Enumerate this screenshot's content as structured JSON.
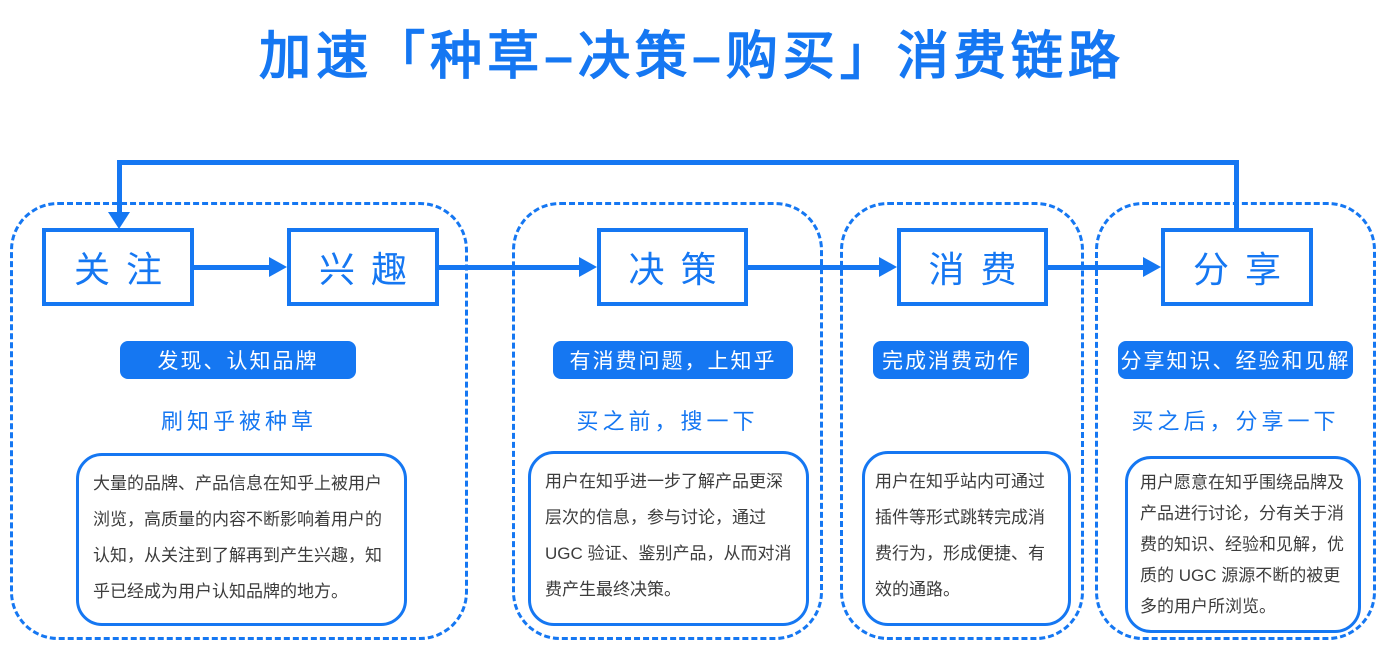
{
  "title": "加速「种草–决策–购买」消费链路",
  "colors": {
    "primary_blue": "#1577F2",
    "description_text": "#3C3C3C",
    "background": "#FFFFFF",
    "badge_text": "#FFFFFF"
  },
  "nodes": [
    {
      "label": "关注"
    },
    {
      "label": "兴趣"
    },
    {
      "label": "决策"
    },
    {
      "label": "消费"
    },
    {
      "label": "分享"
    }
  ],
  "flow": {
    "sequence": "关注 → 兴趣 → 决策 → 消费 → 分享",
    "feedback": "分享 → 关注"
  },
  "panels": [
    {
      "badge": "发现、认知品牌",
      "subtitle": "刷知乎被种草",
      "description": "大量的品牌、产品信息在知乎上被用户浏览，高质量的内容不断影响着用户的认知，从关注到了解再到产生兴趣，知乎已经成为用户认知品牌的地方。"
    },
    {
      "badge": "有消费问题，上知乎",
      "subtitle": "买之前，搜一下",
      "description": "用户在知乎进一步了解产品更深层次的信息，参与讨论，通过 UGC 验证、鉴别产品，从而对消费产生最终决策。"
    },
    {
      "badge": "完成消费动作",
      "description": "用户在知乎站内可通过插件等形式跳转完成消费行为，形成便捷、有效的通路。"
    },
    {
      "badge": "分享知识、经验和见解",
      "subtitle": "买之后，分享一下",
      "description": "用户愿意在知乎围绕品牌及产品进行讨论，分有关于消费的知识、经验和见解，优质的 UGC 源源不断的被更多的用户所浏览。"
    }
  ]
}
